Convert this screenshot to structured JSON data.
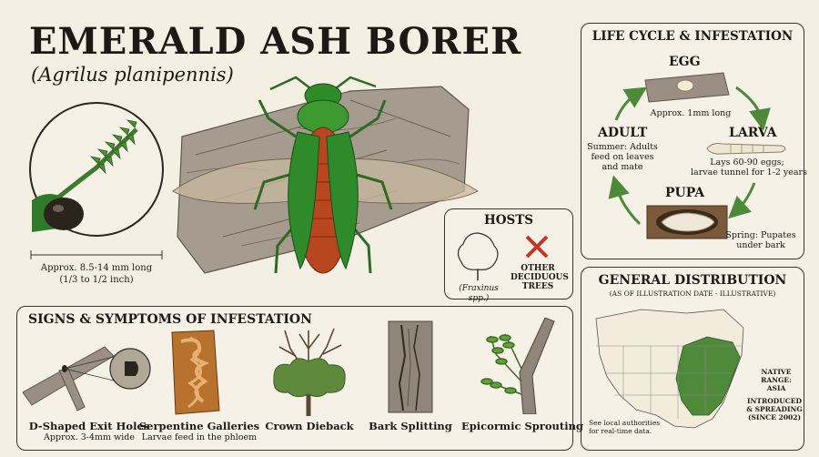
{
  "title": "EMERALD ASH BORER",
  "subtitle": "(Agrilus planipennis)",
  "size": {
    "line1": "Approx. 8.5-14 mm long",
    "line2": "(1/3 to 1/2 inch)"
  },
  "hosts": {
    "heading": "HOSTS",
    "ash_label": "(Fraxinus spp.)",
    "other_label": [
      "OTHER",
      "DECIDUOUS",
      "TREES"
    ]
  },
  "lifecycle": {
    "heading": "LIFE CYCLE & INFESTATION",
    "egg": {
      "name": "EGG",
      "desc": "Approx. 1mm long"
    },
    "larva": {
      "name": "LARVA",
      "desc": [
        "Lays 60-90 eggs;",
        "larvae tunnel for 1-2 years"
      ]
    },
    "pupa": {
      "name": "PUPA",
      "desc": [
        "Spring: Pupates",
        "under bark"
      ]
    },
    "adult": {
      "name": "ADULT",
      "desc": [
        "Summer: Adults",
        "feed on leaves",
        "and mate"
      ]
    }
  },
  "distribution": {
    "heading": "GENERAL DISTRIBUTION",
    "subheading": "(AS OF ILLUSTRATION DATE - ILLUSTRATIVE)",
    "native": [
      "NATIVE",
      "RANGE:",
      "ASIA"
    ],
    "introduced": [
      "INTRODUCED",
      "& SPREADING",
      "(SINCE 2002)"
    ],
    "note": [
      "See local authorities",
      "for real-time data."
    ],
    "range_color": "#4f8a3a"
  },
  "signs": {
    "heading": "SIGNS & SYMPTOMS OF INFESTATION",
    "items": [
      {
        "label": "D-Shaped Exit Holes",
        "sub": "Approx. 3-4mm wide"
      },
      {
        "label": "Serpentine Galleries",
        "sub": "Larvae feed in the phloem"
      },
      {
        "label": "Crown Dieback",
        "sub": ""
      },
      {
        "label": "Bark Splitting",
        "sub": ""
      },
      {
        "label": "Epicormic Sprouting",
        "sub": ""
      }
    ]
  },
  "colors": {
    "beetle_green": "#2f8a2a",
    "abdomen": "#b8461e",
    "bark": "#9a8f82",
    "x_red": "#c0362c"
  }
}
